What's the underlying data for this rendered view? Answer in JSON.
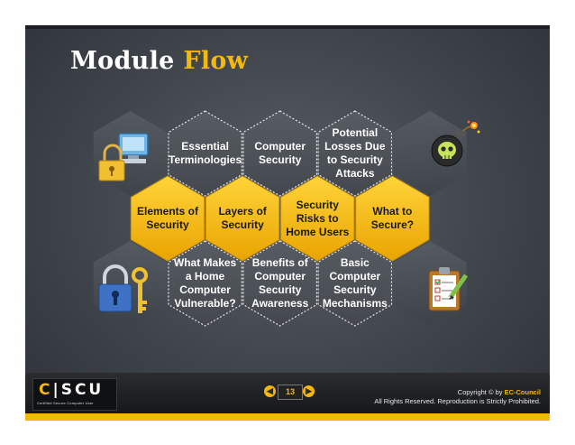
{
  "title": {
    "word1": "Module",
    "word2": "Flow"
  },
  "hexes_top": [
    {
      "label_lines": [
        "Essential",
        "Terminologies"
      ]
    },
    {
      "label_lines": [
        "Computer",
        "Security"
      ]
    },
    {
      "label_lines": [
        "Potential",
        "Losses Due",
        "to Security",
        "Attacks"
      ]
    }
  ],
  "hexes_middle": [
    {
      "label_lines": [
        "Elements of",
        "Security"
      ]
    },
    {
      "label_lines": [
        "Layers of",
        "Security"
      ]
    },
    {
      "label_lines": [
        "Security",
        "Risks to",
        "Home Users"
      ]
    },
    {
      "label_lines": [
        "What to",
        "Secure?"
      ]
    }
  ],
  "hexes_bottom": [
    {
      "label_lines": [
        "What Makes",
        "a Home",
        "Computer",
        "Vulnerable?"
      ]
    },
    {
      "label_lines": [
        "Benefits of",
        "Computer",
        "Security",
        "Awareness"
      ]
    },
    {
      "label_lines": [
        "Basic",
        "Computer",
        "Security",
        "Mechanisms"
      ]
    }
  ],
  "icons": [
    "padlock-computer-icon",
    "skull-bomb-icon",
    "lock-and-key-icon",
    "clipboard-checklist-icon"
  ],
  "footer": {
    "logo": "CSCU",
    "logo_tagline": "Certified  Secure  Computer  User",
    "page_number": "13",
    "copyright_prefix": "Copyright © by ",
    "copyright_brand": "EC-Council",
    "rights": "All Rights Reserved. Reproduction is Strictly Prohibited."
  },
  "colors": {
    "accent": "#f5b70a",
    "hex_gray": "#4d5259",
    "background": "#40454c"
  }
}
